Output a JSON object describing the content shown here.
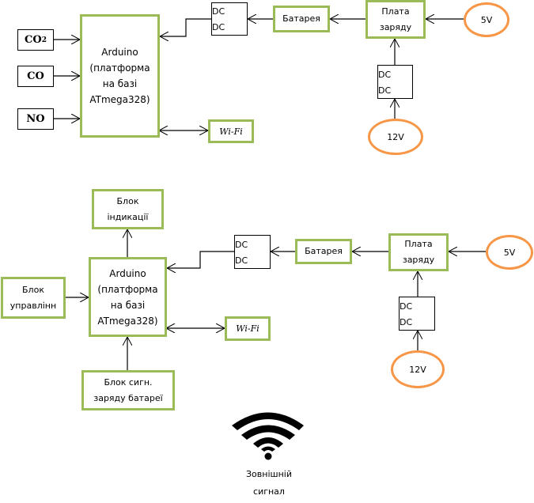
{
  "diagram_top": {
    "sensors": [
      {
        "label": "CO",
        "subscript": "2"
      },
      {
        "label": "CO",
        "subscript": ""
      },
      {
        "label": "NO",
        "subscript": ""
      }
    ],
    "arduino": [
      "Arduino",
      "(платформа",
      "на базі",
      "ATmega328)"
    ],
    "dcdc_main": [
      "DC",
      "DC"
    ],
    "battery": "Батарея",
    "charger": [
      "Плата",
      "заряду"
    ],
    "source_5v": "5V",
    "dcdc_12v": [
      "DC",
      "DC"
    ],
    "source_12v": "12V",
    "wifi": "Wi-Fi"
  },
  "diagram_bottom": {
    "indication": [
      "Блок",
      "індикації"
    ],
    "control": [
      "Блок",
      "управлінн"
    ],
    "arduino": [
      "Arduino",
      "(платформа",
      "на базі",
      "ATmega328)"
    ],
    "battery_signal": [
      "Блок сигн.",
      "заряду батареї"
    ],
    "dcdc_main": [
      "DC",
      "DC"
    ],
    "battery": "Батарея",
    "charger": [
      "Плата",
      "заряду"
    ],
    "source_5v": "5V",
    "dcdc_12v": [
      "DC",
      "DC"
    ],
    "source_12v": "12V",
    "wifi": "Wi-Fi"
  },
  "external_signal": {
    "icon": "wifi-signal-icon",
    "caption": [
      "Зовнішній",
      "сигнал"
    ]
  },
  "colors": {
    "block_border": "#9bbb59",
    "source_border": "#f79646",
    "line": "#000000"
  }
}
